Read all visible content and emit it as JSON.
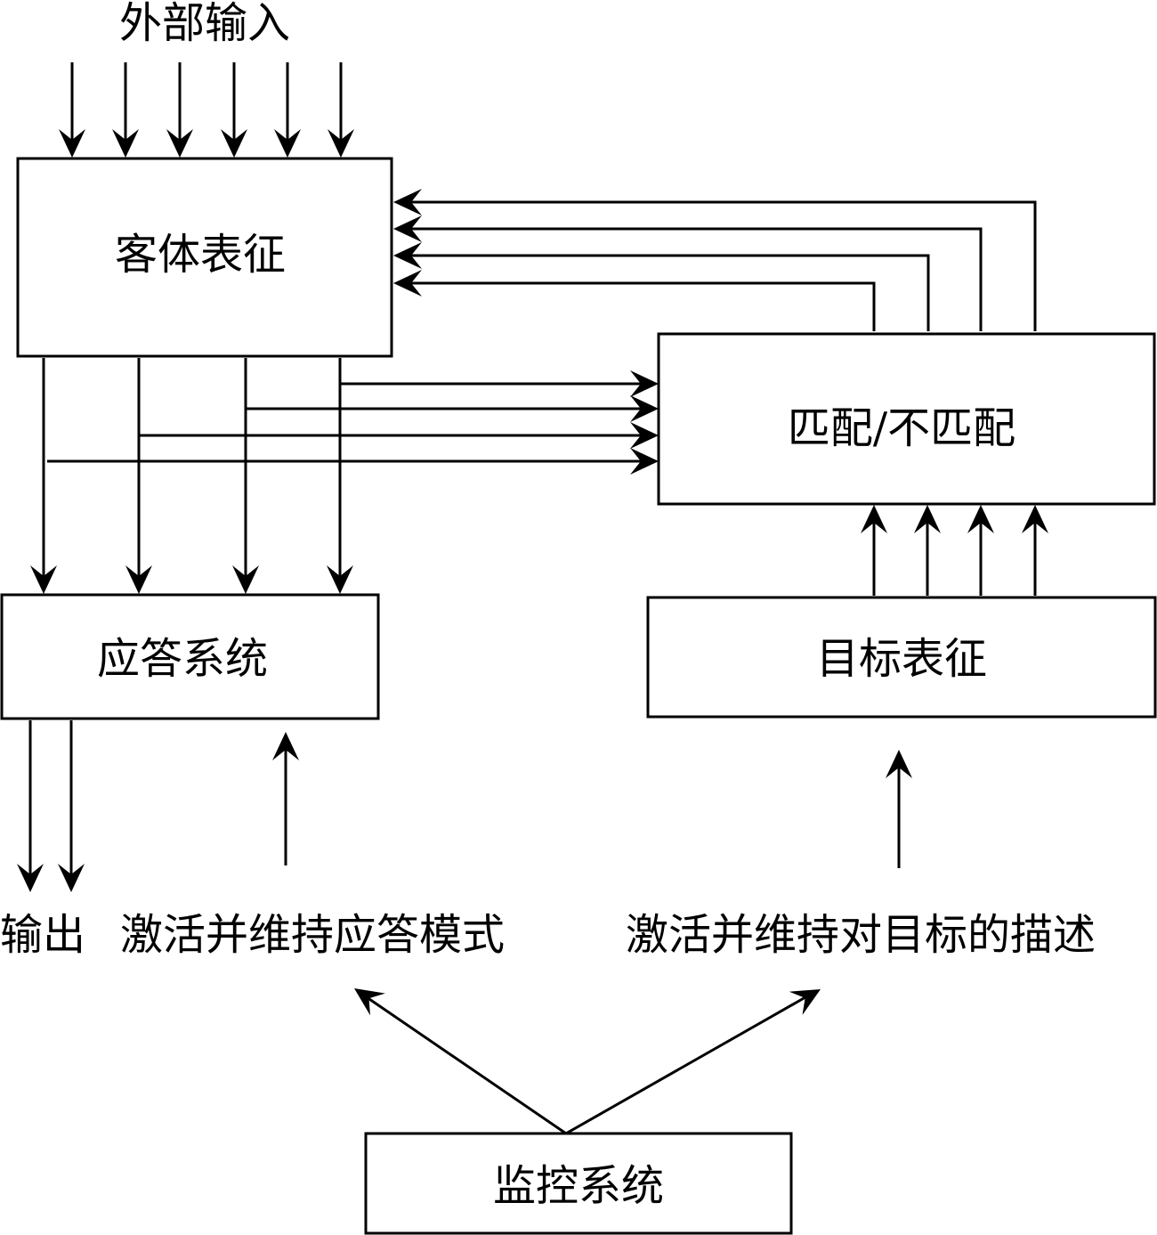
{
  "diagram": {
    "title": "外部输入",
    "nodes": {
      "object_repr": {
        "label": "客体表征"
      },
      "match": {
        "label": "匹配/不匹配"
      },
      "response": {
        "label": "应答系统"
      },
      "target_repr": {
        "label": "目标表征"
      },
      "monitor": {
        "label": "监控系统"
      }
    },
    "annotations": {
      "external_input": "外部输入",
      "output": "输出",
      "activate_response": "激活并维持应答模式",
      "activate_target": "激活并维持对目标的描述"
    },
    "edges": [
      {
        "from": "external_input",
        "to": "object_repr",
        "count": 6
      },
      {
        "from": "match",
        "to": "object_repr",
        "count": 4
      },
      {
        "from": "object_repr",
        "to": "match",
        "count": 4
      },
      {
        "from": "object_repr",
        "to": "response",
        "count": 4
      },
      {
        "from": "target_repr",
        "to": "match",
        "count": 4
      },
      {
        "from": "response",
        "to": "output",
        "count": 2
      },
      {
        "from": "activate_response",
        "to": "response",
        "count": 1
      },
      {
        "from": "activate_target",
        "to": "target_repr",
        "count": 1
      },
      {
        "from": "monitor",
        "to": "activate_response",
        "count": 1
      },
      {
        "from": "monitor",
        "to": "activate_target",
        "count": 1
      }
    ],
    "colors": {
      "stroke": "#000000",
      "background": "#ffffff"
    }
  }
}
